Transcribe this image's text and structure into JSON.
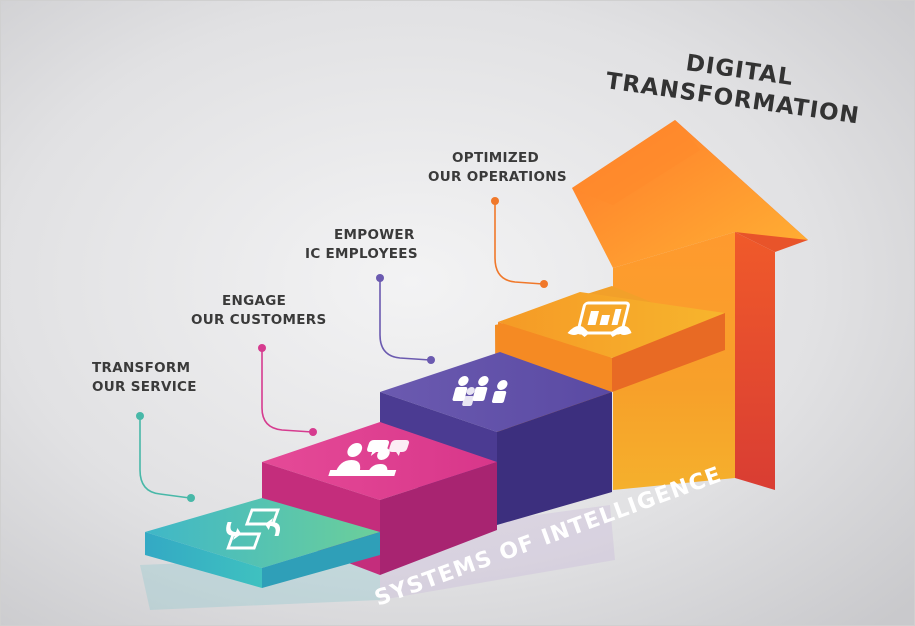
{
  "title": {
    "line1": "DIGITAL",
    "line2": "TRANSFORMATION"
  },
  "bottom_text": "SYSTEMS OF INTELLIGENCE",
  "steps": [
    {
      "line1": "TRANSFORM",
      "line2": "OUR SERVICE",
      "color": "#45c1c4",
      "icon": "transform-arrows-icon"
    },
    {
      "line1": "ENGAGE",
      "line2": "OUR CUSTOMERS",
      "color": "#d63b8f",
      "icon": "customers-chat-icon"
    },
    {
      "line1": "EMPOWER",
      "line2": "IC EMPLOYEES",
      "color": "#54449c",
      "icon": "employees-group-icon"
    },
    {
      "line1": "OPTIMIZED",
      "line2": "OUR OPERATIONS",
      "color": "#f5a02a",
      "icon": "operations-tablet-icon"
    }
  ],
  "colors": {
    "arrow_light": "#ffab32",
    "arrow_dark": "#e2492a",
    "background": "#e3e3e5"
  }
}
